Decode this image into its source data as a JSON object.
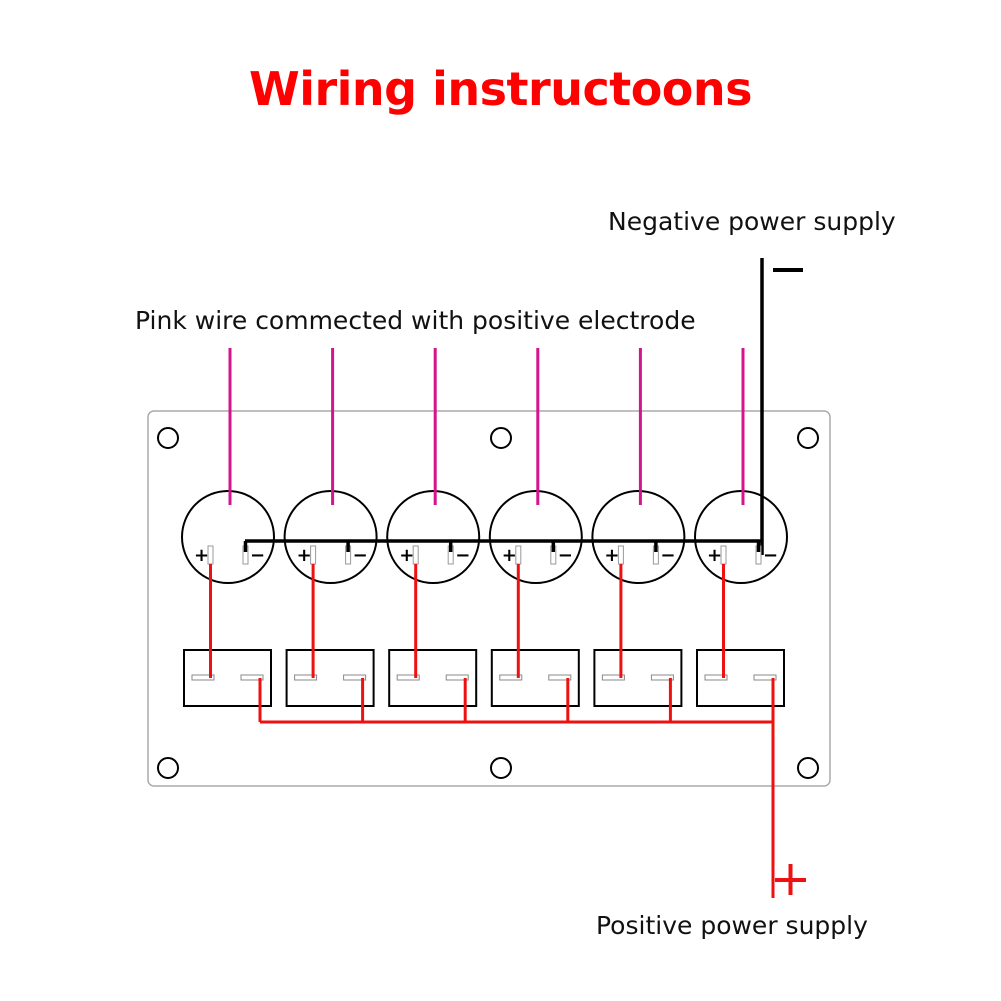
{
  "title": "Wiring instructoons",
  "labels": {
    "negative_supply": "Negative power supply",
    "pink_wire": "Pink wire commected with positive electrode",
    "positive_supply": "Positive power supply"
  },
  "symbols": {
    "negative_sign": "−",
    "positive_sign": "+",
    "terminal_plus": "+",
    "terminal_minus": "−"
  },
  "colors": {
    "title": "#ff0000",
    "pink_wire": "#d4148c",
    "positive_wire": "#ee1111",
    "negative_wire": "#000000",
    "panel_border": "#aaaaaa"
  },
  "panel": {
    "switch_count": 6,
    "socket_count": 6,
    "mount_hole_count": 6
  }
}
